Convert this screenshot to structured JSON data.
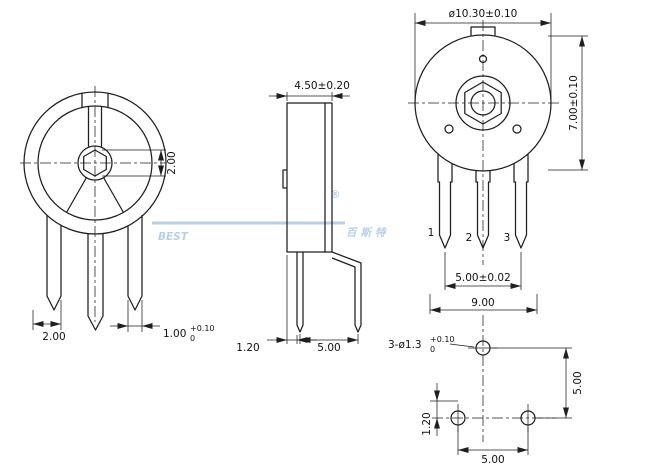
{
  "watermark": {
    "brand": "BEST",
    "registered_mark": "®",
    "brand_cjk": "百斯特",
    "color": "#a9c4e2"
  },
  "colors": {
    "background": "#ffffff",
    "line": "#1f1f1f"
  },
  "views": {
    "front": {
      "dim_rotor_slot": "2.00",
      "dim_pin_side": "2.00",
      "dim_pin_width": "1.00",
      "dim_pin_width_tol_upper": "+0.10",
      "dim_pin_width_tol_lower": "0"
    },
    "side": {
      "dim_body_thickness": "4.50±0.20",
      "dim_pin_offset": "1.20",
      "dim_pin_spacing": "5.00"
    },
    "rear": {
      "dim_body_diameter": "ø10.30±0.10",
      "dim_body_height": "7.00±0.10",
      "pin_labels": [
        "1",
        "2",
        "3"
      ],
      "dim_pin_pitch": "5.00±0.02",
      "dim_overall_width": "9.00"
    },
    "footprint": {
      "hole_callout": "3-ø1.3",
      "hole_tol_upper": "+0.10",
      "hole_tol_lower": "0",
      "dim_row_spacing": "5.00",
      "dim_hole_offset": "1.20",
      "dim_hole_pitch": "5.00"
    }
  }
}
